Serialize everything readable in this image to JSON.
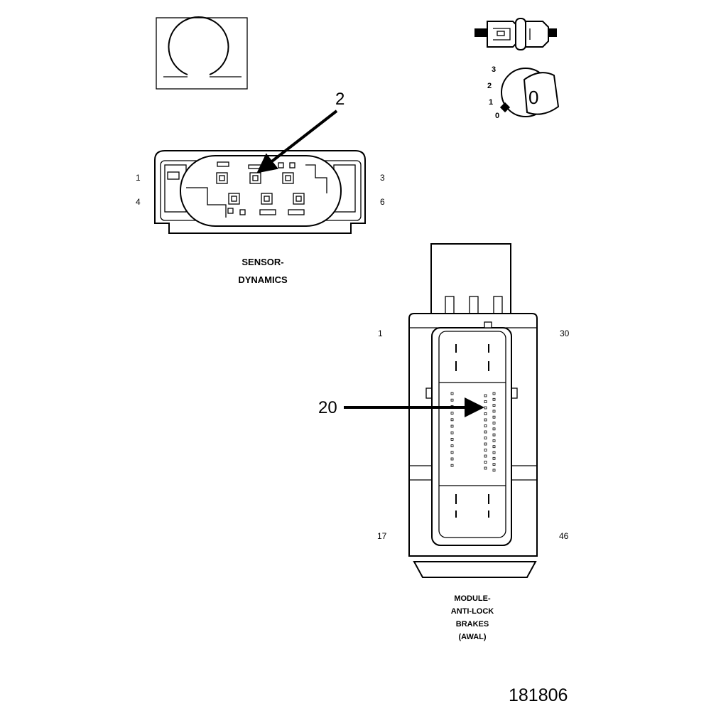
{
  "sensor": {
    "title_line1": "SENSOR-",
    "title_line2": "DYNAMICS",
    "pin_labels": {
      "tl": "1",
      "tr": "3",
      "bl": "4",
      "br": "6"
    },
    "callout": "2"
  },
  "abs_module": {
    "title_lines": [
      "MODULE-",
      "ANTI-LOCK",
      "BRAKES",
      "(AWAL)"
    ],
    "pin_labels": {
      "tl": "1",
      "tr": "30",
      "bl": "17",
      "br": "46"
    },
    "callout": "20"
  },
  "key_legend": {
    "positions": [
      "3",
      "2",
      "1",
      "0"
    ],
    "key_text": "0"
  },
  "figure_number": "181806"
}
